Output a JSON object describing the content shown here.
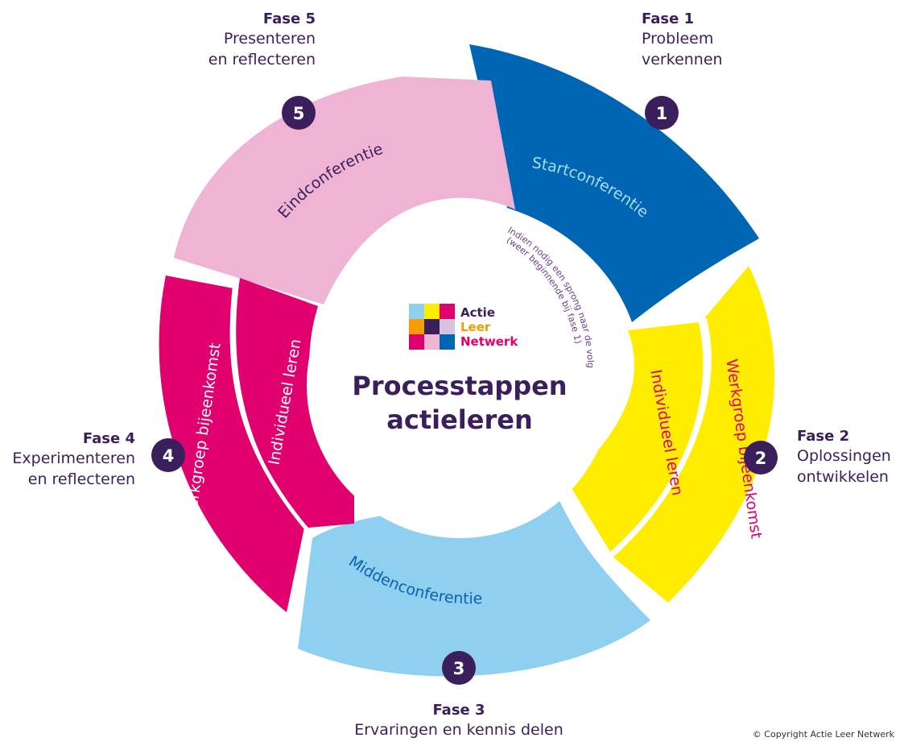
{
  "phases": [
    {
      "number": "1",
      "title": "Fase 1",
      "desc_lines": [
        "Probleem",
        "verkennen"
      ],
      "segment_label": "Startconferentie"
    },
    {
      "number": "2",
      "title": "Fase 2",
      "desc_lines": [
        "Oplossingen",
        "ontwikkelen"
      ],
      "segment_outer": "Werkgroep bijeenkomst",
      "segment_inner": "Individueel leren"
    },
    {
      "number": "3",
      "title": "Fase 3",
      "desc_lines": [
        "Ervaringen en kennis delen"
      ],
      "segment_label": "Middenconferentie"
    },
    {
      "number": "4",
      "title": "Fase 4",
      "desc_lines": [
        "Experimenteren",
        "en reflecteren"
      ],
      "segment_outer": "Werkgroep bijeenkomst",
      "segment_inner": "Individueel leren"
    },
    {
      "number": "5",
      "title": "Fase 5",
      "desc_lines": [
        "Presenteren",
        "en reflecteren"
      ],
      "segment_label": "Eindconferentie"
    }
  ],
  "center": {
    "title_lines": [
      "Processtappen",
      "actieleren"
    ],
    "logo_lines": [
      "Actie",
      "Leer",
      "Netwerk"
    ],
    "jump_note_lines": [
      "Indien nodig een sprong naar de volgende cyclus",
      "(weer beginnende bij fase 1)"
    ]
  },
  "copyright": "© Copyright Actie Leer Netwerk",
  "colors": {
    "phase1": "#0066b3",
    "phase2": "#ffed00",
    "phase3": "#8fd0f0",
    "phase4": "#e0006e",
    "phase5": "#efb3d3",
    "dark": "#3b1f5c",
    "text_blue_light": "#a9dcf5",
    "text_pink": "#e0006e",
    "text_blue": "#0b63b0"
  }
}
